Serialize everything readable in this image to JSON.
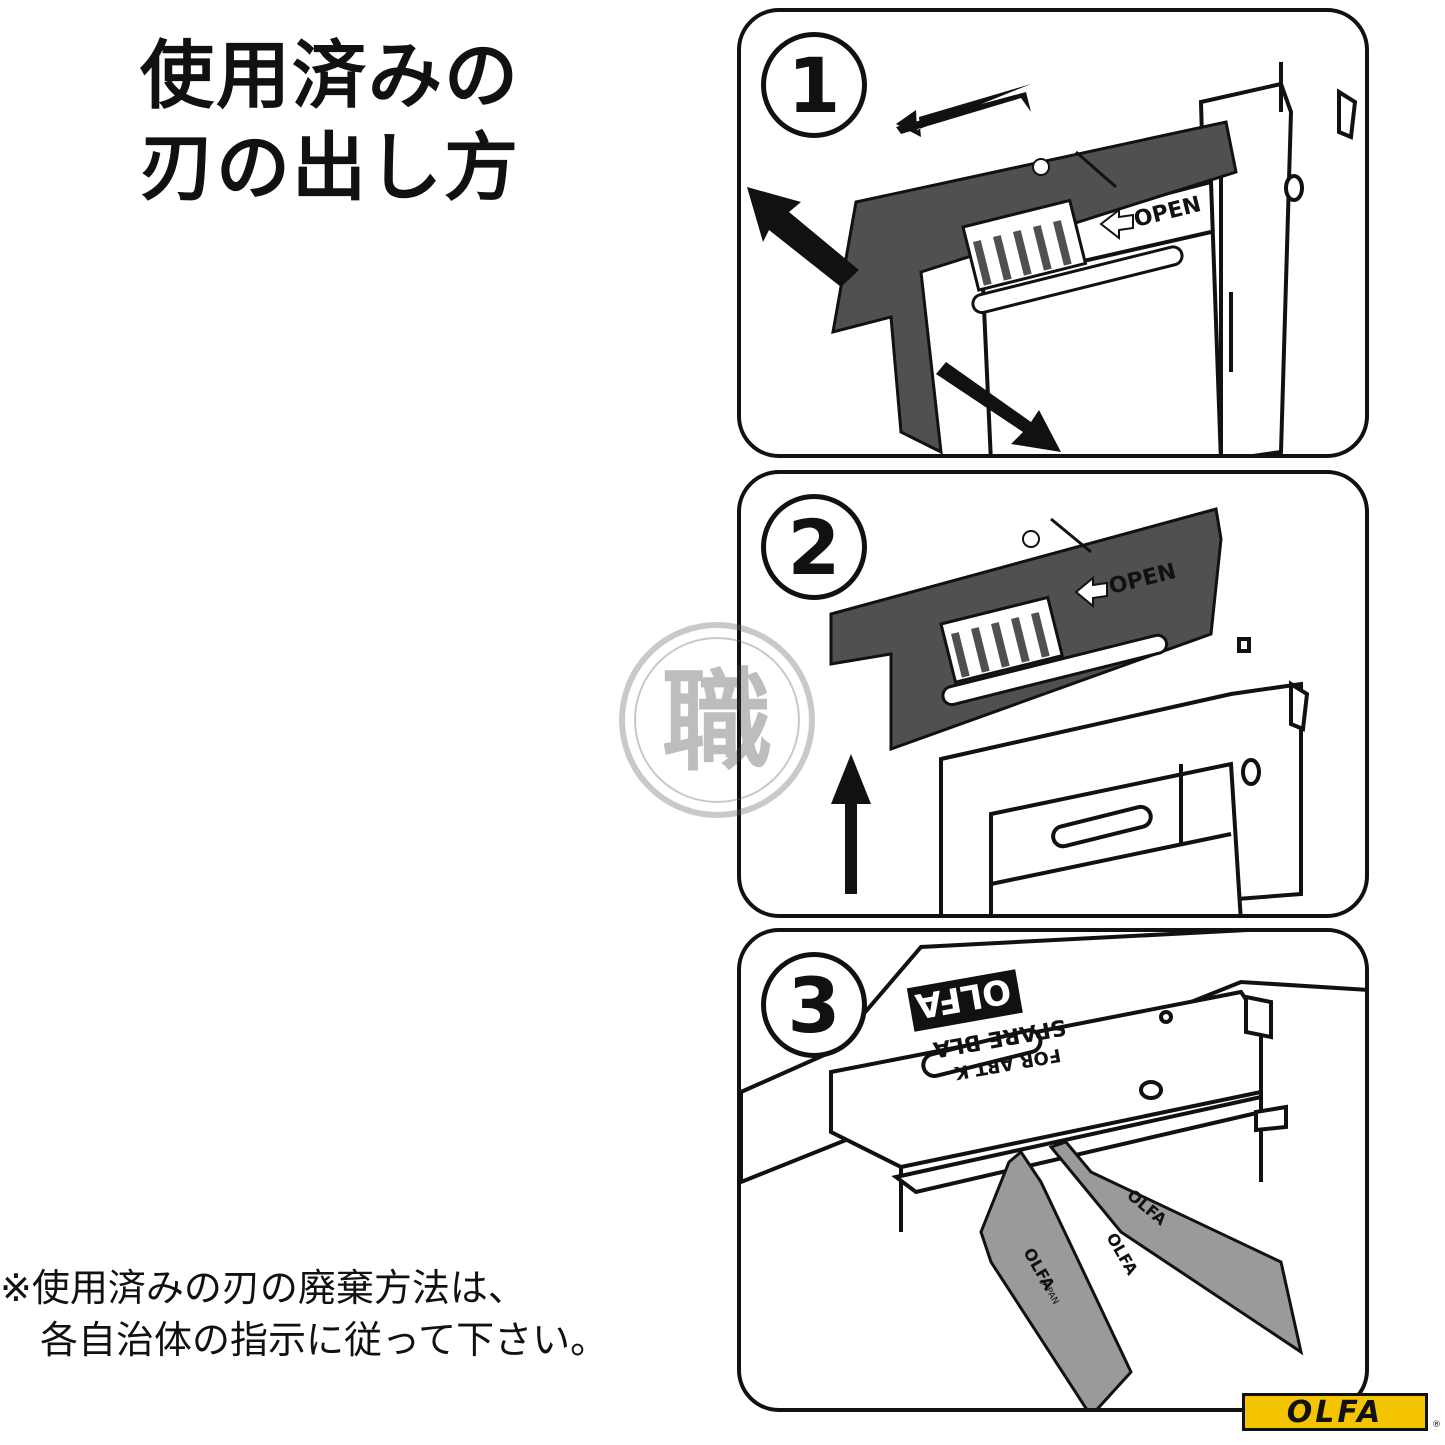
{
  "title": {
    "line1": "使用済みの",
    "line2": "刃の出し方"
  },
  "note": {
    "line1": "※使用済みの刃の廃棄方法は、",
    "line2": "各自治体の指示に従って下さい。"
  },
  "steps": [
    {
      "number": "1",
      "lid_label": "OPEN"
    },
    {
      "number": "2",
      "lid_label": "OPEN"
    },
    {
      "number": "3",
      "case_brand": "OLFA",
      "case_text1": "SPARE BLA",
      "case_text2": "FOR ART K",
      "blade_brand": "OLFA",
      "blade_origin": "JAPAN"
    }
  ],
  "watermark": {
    "glyph": "職"
  },
  "logo": {
    "text": "OLFA",
    "mark": "®"
  },
  "colors": {
    "lid": "#505050",
    "blade": "#9a9a9a",
    "logo_bg": "#f5c400",
    "line": "#111111"
  }
}
